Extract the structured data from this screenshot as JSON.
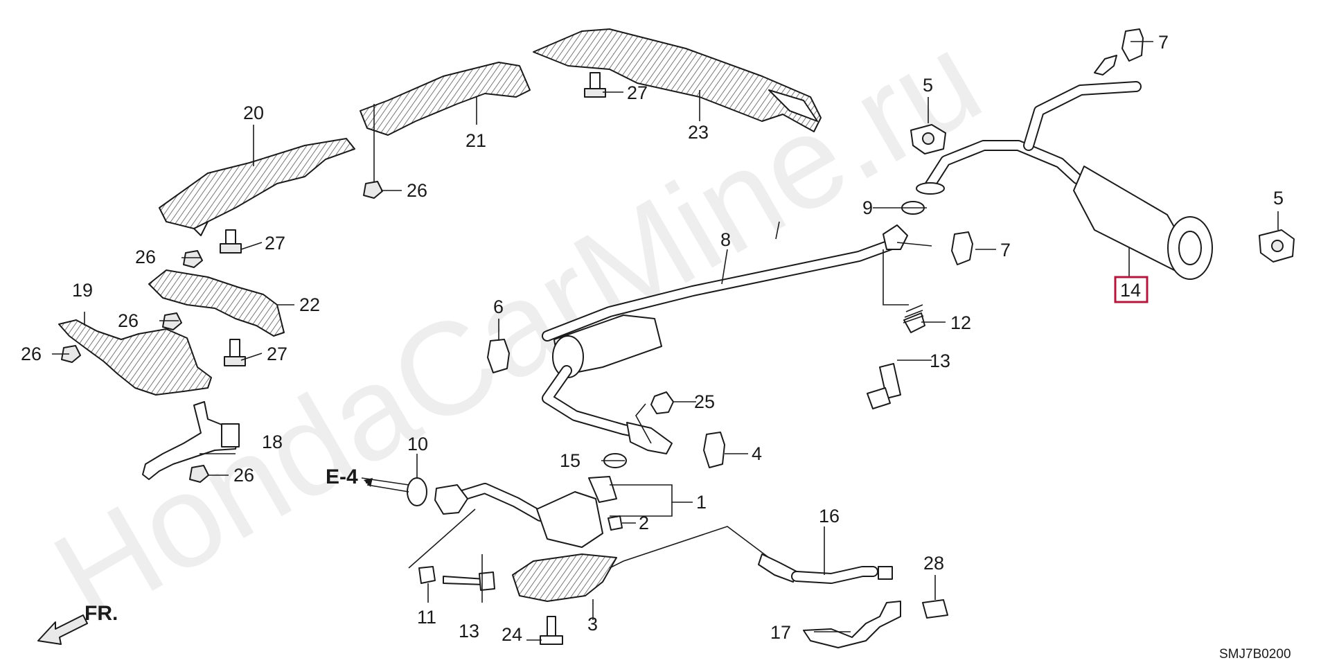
{
  "watermark": "HondaCarMine.ru",
  "diagram_code": "SMJ7B0200",
  "direction_label": "FR.",
  "section_ref": "E-4",
  "highlighted_part": "14",
  "callouts": {
    "c1": "1",
    "c2": "2",
    "c3": "3",
    "c4": "4",
    "c5a": "5",
    "c5b": "5",
    "c6": "6",
    "c7a": "7",
    "c7b": "7",
    "c8": "8",
    "c9": "9",
    "c10": "10",
    "c11": "11",
    "c12": "12",
    "c13a": "13",
    "c13b": "13",
    "c14": "14",
    "c15": "15",
    "c16": "16",
    "c17": "17",
    "c18": "18",
    "c19": "19",
    "c20": "20",
    "c21": "21",
    "c22": "22",
    "c23": "23",
    "c24": "24",
    "c25": "25",
    "c26a": "26",
    "c26b": "26",
    "c26c": "26",
    "c26d": "26",
    "c26e": "26",
    "c27a": "27",
    "c27b": "27",
    "c27c": "27",
    "c28": "28"
  }
}
